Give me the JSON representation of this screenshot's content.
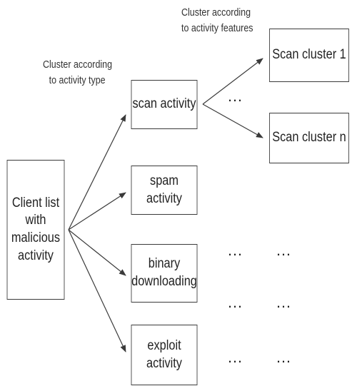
{
  "nodes": {
    "client": [
      "Client list",
      "with",
      "malicious",
      "activity"
    ],
    "scan_activity": "scan activity",
    "spam_activity": "spam activity",
    "binary_downloading": [
      "binary",
      "downloading"
    ],
    "exploit_activity": [
      "exploit",
      "activity"
    ],
    "scan_cluster_1": "Scan cluster 1",
    "scan_cluster_n": "Scan cluster n"
  },
  "labels": {
    "by_type": [
      "Cluster according",
      "to activity type"
    ],
    "by_features": [
      "Cluster according",
      "to activity features"
    ]
  },
  "ellipsis": "…",
  "colors": {
    "stroke": "#3a3a3a",
    "text": "#222222",
    "background": "#ffffff"
  }
}
